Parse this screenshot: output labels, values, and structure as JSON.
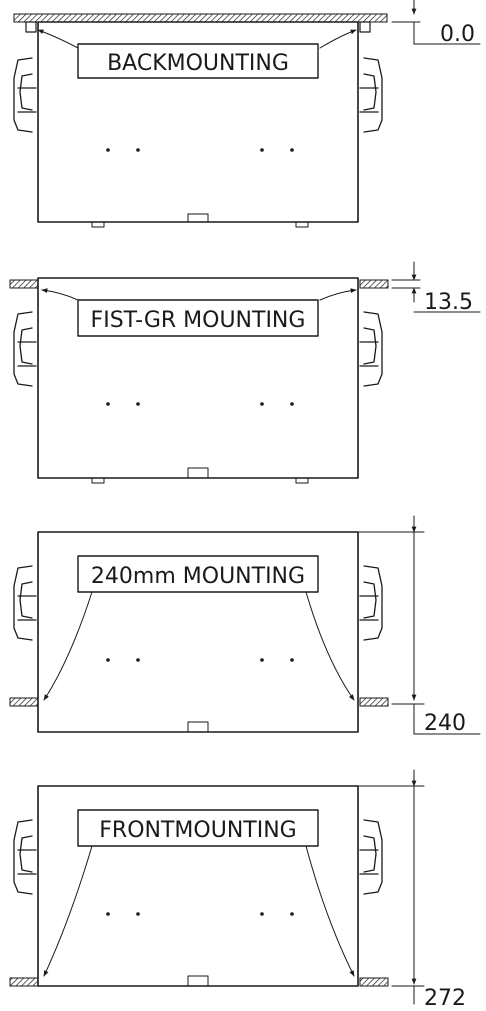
{
  "diagram": {
    "views": [
      {
        "id": "back",
        "label": "BACKMOUNTING",
        "dimension": "0.0"
      },
      {
        "id": "fist",
        "label": "FIST-GR MOUNTING",
        "dimension": "13.5"
      },
      {
        "id": "240mm",
        "label": "240mm MOUNTING",
        "dimension": "240"
      },
      {
        "id": "front",
        "label": "FRONTMOUNTING",
        "dimension": "272"
      }
    ]
  }
}
